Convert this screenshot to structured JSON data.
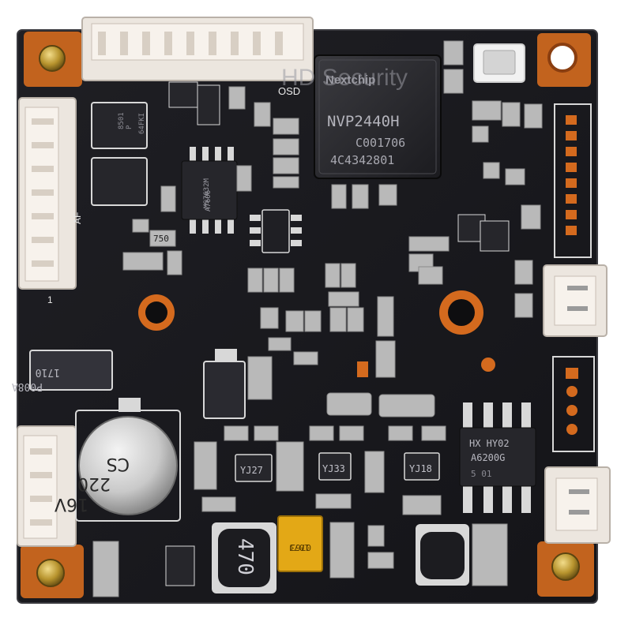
{
  "board": {
    "watermark": "HD Security",
    "silkscreen": {
      "osd": "OSD",
      "af": "AF",
      "pin_one": "1"
    },
    "main_chip": {
      "brand": "Nextchip",
      "model": "NVP2440H",
      "lot": "C001706",
      "code": "4C4342801"
    },
    "capacitor": {
      "line1": "CS",
      "line2": "220",
      "line3": "16V"
    },
    "diode": {
      "line1": "P008A",
      "line2": "1710"
    },
    "regulators": [
      "YJ27",
      "YJ33",
      "YJ18"
    ],
    "eprom": {
      "line1": "HX HY02",
      "line2": "A6200G",
      "line3": "5   01"
    },
    "inductor": "470",
    "tantalum": {
      "line1": "107J",
      "line2": "0763"
    },
    "mosfet": {
      "line1": "8501",
      "line2": "P",
      "line3": "64FKI"
    },
    "small_ic": {
      "line1": "MS7632M",
      "line2": "A7606"
    },
    "resistor": "750"
  }
}
